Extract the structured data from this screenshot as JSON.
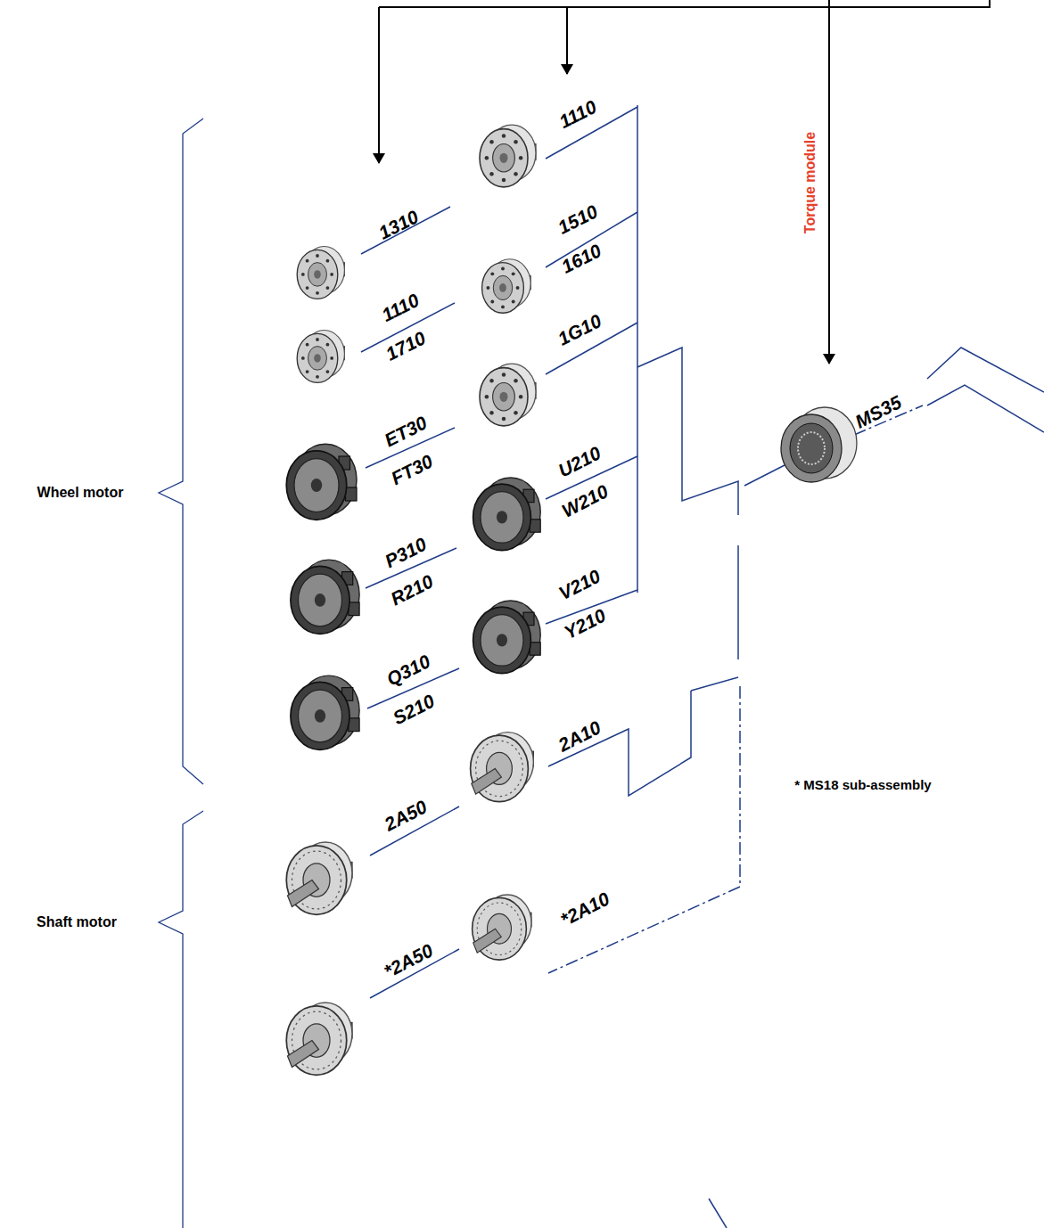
{
  "diagram": {
    "labels": [
      "1110",
      "1310",
      "1510",
      "1610",
      "1110",
      "1710",
      "1G10",
      "ET30",
      "FT30",
      "U210",
      "W210",
      "P310",
      "R210",
      "V210",
      "Y210",
      "Q310",
      "S210",
      "2A10",
      "2A50",
      "*2A10",
      "*2A50",
      "Torque module",
      "MS35",
      "Wheel motor",
      "Shaft motor",
      "* MS18 sub-assembly"
    ]
  }
}
